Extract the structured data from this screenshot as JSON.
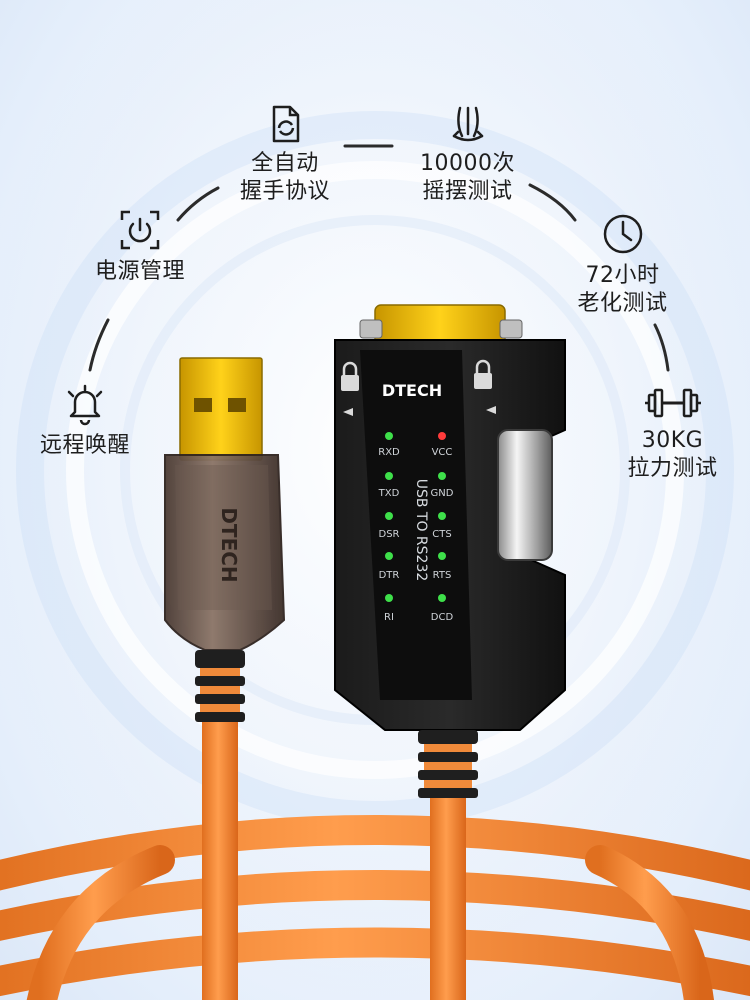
{
  "features": [
    {
      "id": "handshake",
      "icon": "document-sync-icon",
      "line1": "全自动",
      "line2": "握手协议"
    },
    {
      "id": "swing",
      "icon": "swing-arrow-icon",
      "line1": "10000次",
      "line2": "摇摆测试"
    },
    {
      "id": "power",
      "icon": "power-icon",
      "line1": "电源管理",
      "line2": ""
    },
    {
      "id": "aging",
      "icon": "clock-icon",
      "line1": "72小时",
      "line2": "老化测试"
    },
    {
      "id": "wake",
      "icon": "bell-icon",
      "line1": "远程唤醒",
      "line2": ""
    },
    {
      "id": "tension",
      "icon": "dumbbell-icon",
      "line1": "30KG",
      "line2": "拉力测试"
    }
  ],
  "device": {
    "brand": "DTECH",
    "label": "USB TO RS232",
    "left_pins": [
      "RXD",
      "TXD",
      "DSR",
      "DTR",
      "RI"
    ],
    "right_pins": [
      "VCC",
      "GND",
      "CTS",
      "RTS",
      "DCD"
    ]
  },
  "plug_brand": "DTECH",
  "colors": {
    "cable": "#f08a3a",
    "accent_blue": "#c9dcf5",
    "led_green": "#3ee04a",
    "led_red": "#ff3b3b",
    "connector_gold": "#e6b800"
  }
}
